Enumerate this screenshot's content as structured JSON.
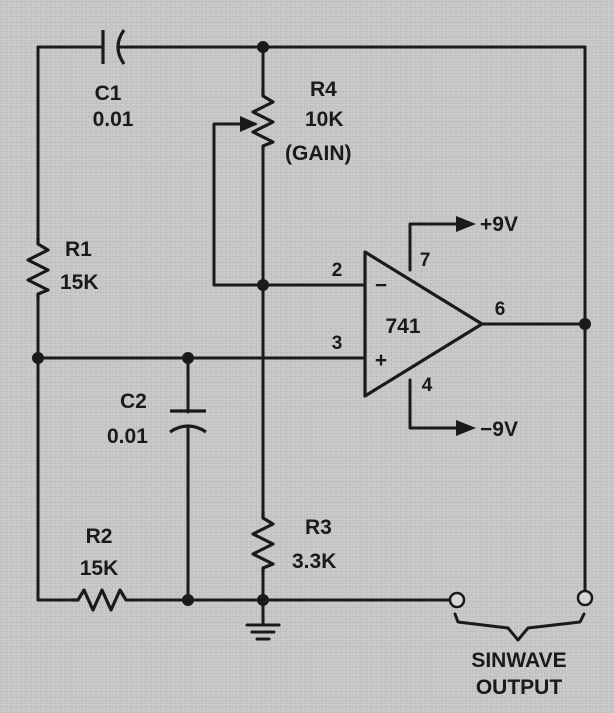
{
  "components": {
    "c1": {
      "name": "C1",
      "value": "0.01"
    },
    "c2": {
      "name": "C2",
      "value": "0.01"
    },
    "r1": {
      "name": "R1",
      "value": "15K"
    },
    "r2": {
      "name": "R2",
      "value": "15K"
    },
    "r3": {
      "name": "R3",
      "value": "3.3K"
    },
    "r4": {
      "name": "R4",
      "value": "10K",
      "note": "(GAIN)"
    }
  },
  "opamp": {
    "part": "741",
    "minus_symbol": "−",
    "plus_symbol": "+",
    "pins": {
      "inverting": "2",
      "noninverting": "3",
      "vplus": "7",
      "vminus": "4",
      "output": "6"
    }
  },
  "supply": {
    "positive": "+9V",
    "negative": "−9V"
  },
  "output": {
    "label_line1": "SINWAVE",
    "label_line2": "OUTPUT"
  }
}
